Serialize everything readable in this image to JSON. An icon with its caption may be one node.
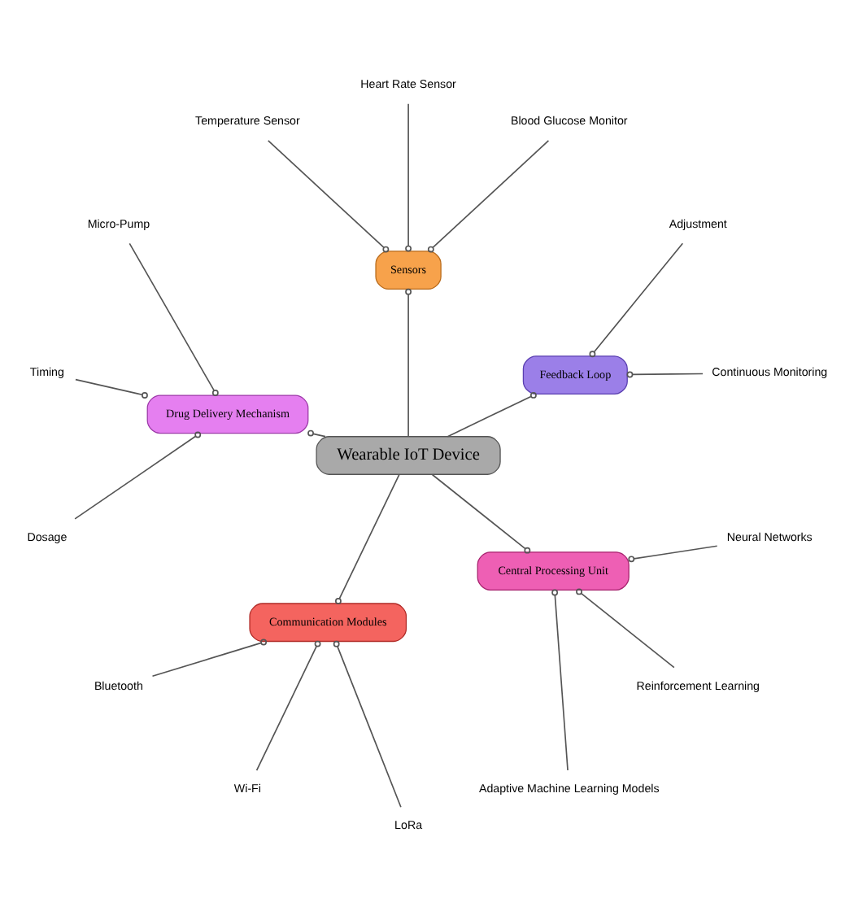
{
  "diagram": {
    "nodes": [
      {
        "text": [
          "Wearable IoT Device"
        ]
      },
      {
        "text": [
          "Feedback Loop"
        ]
      },
      {
        "text": [
          "Continuous Monitoring"
        ]
      },
      {
        "text": [
          "Adjustment"
        ]
      },
      {
        "text": [
          "Sensors"
        ]
      },
      {
        "text": [
          "Blood Glucose Monitor"
        ]
      },
      {
        "text": [
          "Heart Rate Sensor"
        ]
      },
      {
        "text": [
          "Temperature Sensor"
        ]
      },
      {
        "text": [
          "Drug Delivery Mechanism"
        ]
      },
      {
        "text": [
          "Micro-Pump"
        ]
      },
      {
        "text": [
          "Timing"
        ]
      },
      {
        "text": [
          "Dosage"
        ]
      },
      {
        "text": [
          "Communication Modules"
        ]
      },
      {
        "text": [
          "Bluetooth"
        ]
      },
      {
        "text": [
          "Wi-Fi"
        ]
      },
      {
        "text": [
          "LoRa"
        ]
      },
      {
        "text": [
          "Central Processing Unit"
        ]
      },
      {
        "text": [
          "Adaptive Machine Learning Models"
        ]
      },
      {
        "text": [
          "Reinforcement Learning"
        ]
      },
      {
        "text": [
          "Neural Networks"
        ]
      }
    ],
    "edges": [
      {
        "from": 1,
        "to": 0,
        "arrow": "other"
      },
      {
        "from": 1,
        "to": 2,
        "arrow": "other"
      },
      {
        "from": 1,
        "to": 3,
        "arrow": "other"
      },
      {
        "from": 4,
        "to": 0,
        "arrow": "other"
      },
      {
        "from": 4,
        "to": 5,
        "arrow": "other"
      },
      {
        "from": 4,
        "to": 6,
        "arrow": "other"
      },
      {
        "from": 4,
        "to": 7,
        "arrow": "other"
      },
      {
        "from": 8,
        "to": 0,
        "arrow": "other"
      },
      {
        "from": 8,
        "to": 9,
        "arrow": "other"
      },
      {
        "from": 8,
        "to": 10,
        "arrow": "other"
      },
      {
        "from": 8,
        "to": 11,
        "arrow": "other"
      },
      {
        "from": 12,
        "to": 0,
        "arrow": "other"
      },
      {
        "from": 12,
        "to": 13,
        "arrow": "other"
      },
      {
        "from": 12,
        "to": 14,
        "arrow": "other"
      },
      {
        "from": 12,
        "to": 15,
        "arrow": "other"
      },
      {
        "from": 16,
        "to": 0,
        "arrow": "other"
      },
      {
        "from": 16,
        "to": 17,
        "arrow": "other"
      },
      {
        "from": 16,
        "to": 18,
        "arrow": "other"
      },
      {
        "from": 16,
        "to": 19,
        "arrow": "other"
      }
    ]
  }
}
